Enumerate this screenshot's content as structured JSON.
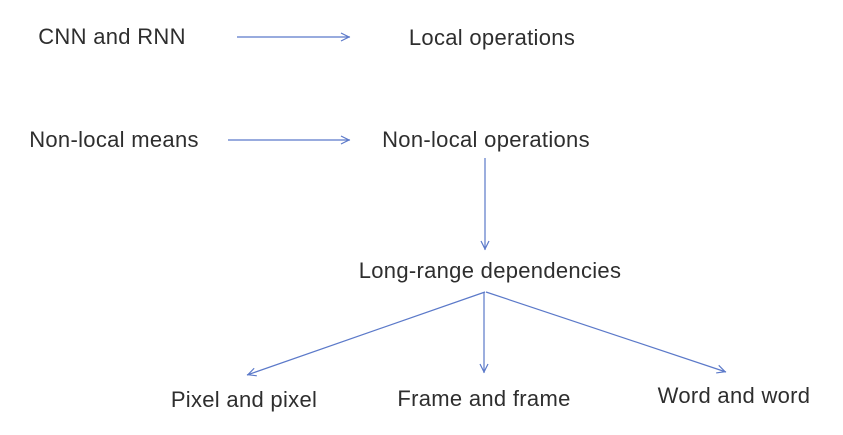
{
  "diagram": {
    "background_color": "#ffffff",
    "arrow_color": "#5b79c9",
    "text_color": "#2e2e2e",
    "nodes": {
      "cnn_rnn": {
        "label": "CNN and RNN"
      },
      "local_operations": {
        "label": "Local operations"
      },
      "non_local_means": {
        "label": "Non-local means"
      },
      "non_local_operations": {
        "label": "Non-local operations"
      },
      "long_range_dependencies": {
        "label": "Long-range dependencies"
      },
      "pixel_and_pixel": {
        "label": "Pixel and pixel"
      },
      "frame_and_frame": {
        "label": "Frame and frame"
      },
      "word_and_word": {
        "label": "Word and word"
      }
    },
    "edges": [
      {
        "from": "CNN and RNN",
        "to": "Local operations"
      },
      {
        "from": "Non-local means",
        "to": "Non-local operations"
      },
      {
        "from": "Non-local operations",
        "to": "Long-range dependencies"
      },
      {
        "from": "Long-range dependencies",
        "to": "Pixel and pixel"
      },
      {
        "from": "Long-range dependencies",
        "to": "Frame and frame"
      },
      {
        "from": "Long-range dependencies",
        "to": "Word and word"
      }
    ]
  }
}
